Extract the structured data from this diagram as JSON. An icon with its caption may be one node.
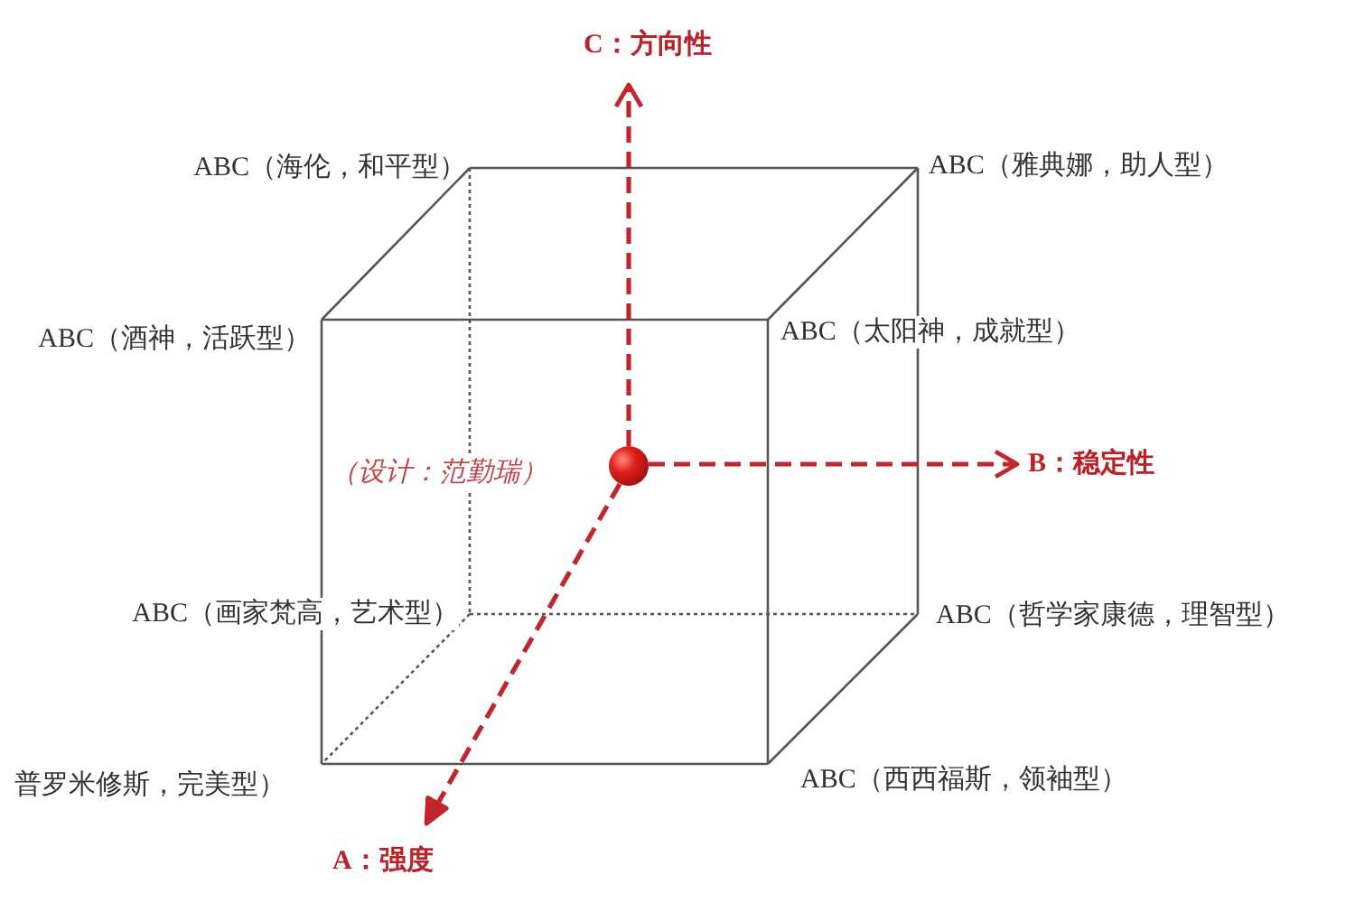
{
  "diagram": {
    "labels": [
      "C：方向性",
      "ABC（海伦，和平型）",
      "ABC（雅典娜，助人型）",
      "ABC（酒神，活跃型）",
      "ABC（太阳神，成就型）",
      "（设计：范勤瑞）",
      "B：稳定性",
      "ABC（画家梵高，艺术型）",
      "ABC（哲学家康德，理智型）",
      "普罗米修斯，完美型）",
      "ABC（西西福斯，领袖型）",
      "A：强度"
    ]
  }
}
